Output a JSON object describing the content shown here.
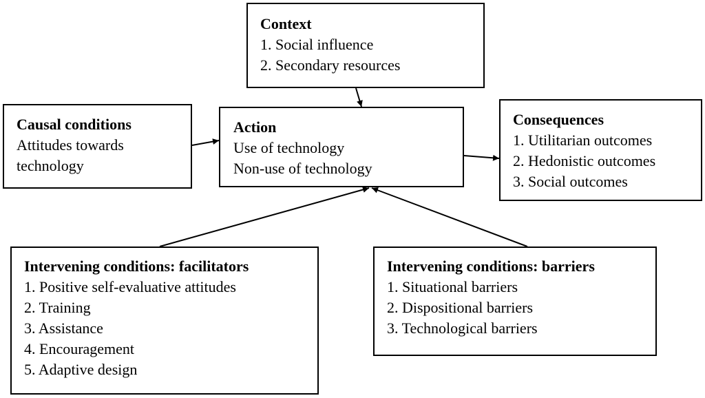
{
  "context": {
    "title": "Context",
    "items": [
      "1. Social influence",
      "2. Secondary resources"
    ]
  },
  "causal": {
    "title": "Causal conditions",
    "lines": [
      "Attitudes towards",
      "technology"
    ]
  },
  "action": {
    "title": "Action",
    "items": [
      "Use of technology",
      "Non-use of technology"
    ]
  },
  "consequences": {
    "title": "Consequences",
    "items": [
      "1. Utilitarian outcomes",
      "2. Hedonistic outcomes",
      "3. Social outcomes"
    ]
  },
  "facilitators": {
    "title": "Intervening conditions: facilitators",
    "items": [
      "1. Positive self-evaluative attitudes",
      "2. Training",
      "3. Assistance",
      "4. Encouragement",
      "5. Adaptive design"
    ]
  },
  "barriers": {
    "title": "Intervening conditions: barriers",
    "items": [
      "1. Situational barriers",
      "2. Dispositional barriers",
      "3. Technological barriers"
    ]
  }
}
